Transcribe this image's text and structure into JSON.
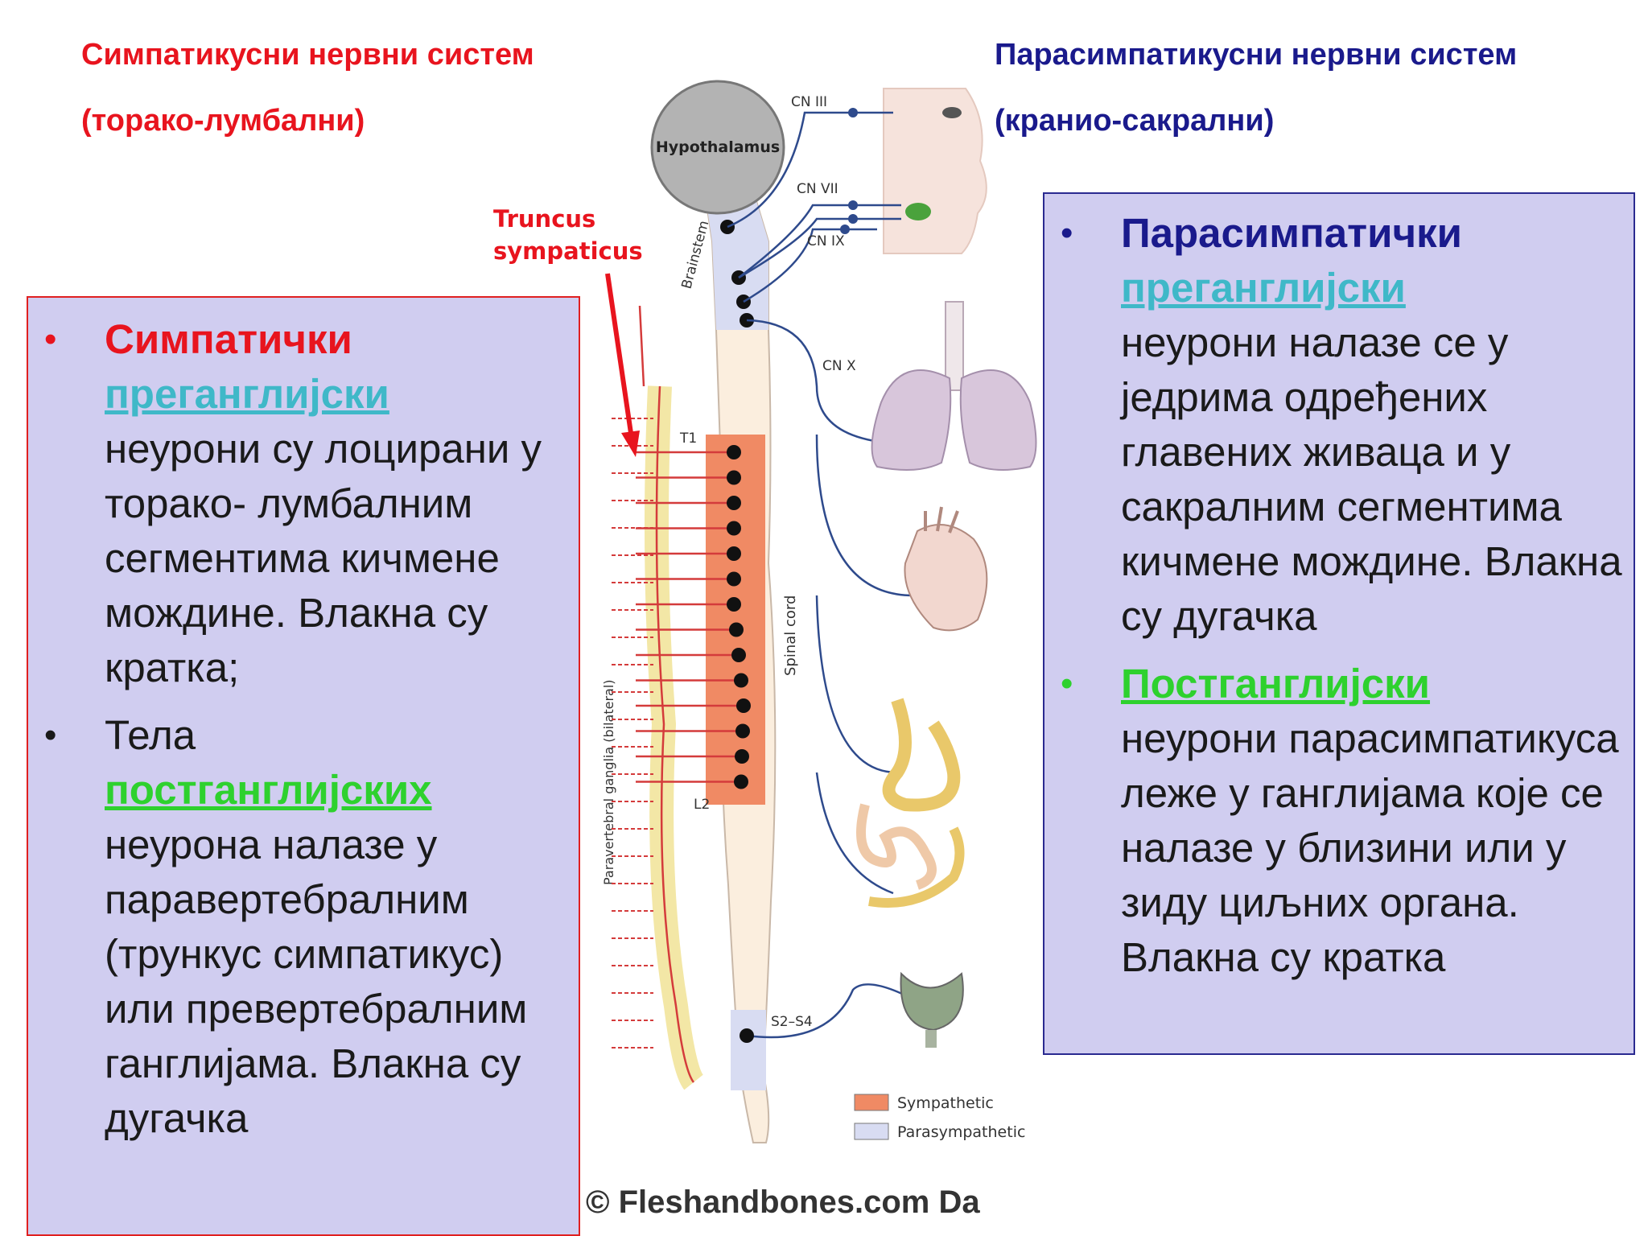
{
  "titles": {
    "sympathetic_line1": "Симпатикусни нервни систем",
    "sympathetic_line2": "(торако-лумбални)",
    "parasympathetic_line1": "Парасимпатикусни  нервни систем",
    "parasympathetic_line2": "(кранио-сакрални)"
  },
  "left_panel": {
    "bullet1": {
      "bold_word": "Симпатички",
      "link_word": "преганглијски",
      "text": "неурони су лоцирани у торако- лумбалним сегментима кичмене мождине. Влакна су кратка;"
    },
    "bullet2": {
      "lead": "Тела",
      "link_word": "постганглијских",
      "text": "неурона налазе у паравертебралним (трункус симпатикус) или превертебралним ганглијама. Влакна су дугачка"
    }
  },
  "right_panel": {
    "bullet1": {
      "bold_word": "Парасимпатички",
      "link_word": "преганглијски",
      "text": "неурони налазе се у једрима одређених главених живаца и у сакралним сегментима кичмене мождине. Влакна су дугачка"
    },
    "bullet2": {
      "link_word": "Постганглијски",
      "text": "неурони парасимпатикуса леже у ганглијама које се налазе у близини или у зиду циљних органа. Влакна су кратка"
    }
  },
  "diagram": {
    "hypothalamus_label": "Hypothalamus",
    "brainstem_label": "Brainstem",
    "spinal_cord_label": "Spinal cord",
    "ganglia_label": "Paravertebral ganglia (bilateral)",
    "truncus_line1": "Truncus",
    "truncus_line2": "sympaticus",
    "t1_label": "T1",
    "l2_label": "L2",
    "s2s4_label": "S2–S4",
    "cn_labels": [
      "CN III",
      "CN VII",
      "CN IX",
      "CN X"
    ],
    "legend": [
      {
        "label": "Sympathetic",
        "color": "#f08a64"
      },
      {
        "label": "Parasympathetic",
        "color": "#d8dcf2"
      }
    ],
    "credit": "© Fleshandbones.com Da"
  },
  "colors": {
    "sympathetic_red": "#e8141e",
    "parasympathetic_navy": "#1a1a8c",
    "preganglionic_cyan": "#3fb8c8",
    "postganglionic_green": "#2ed12e"
  }
}
